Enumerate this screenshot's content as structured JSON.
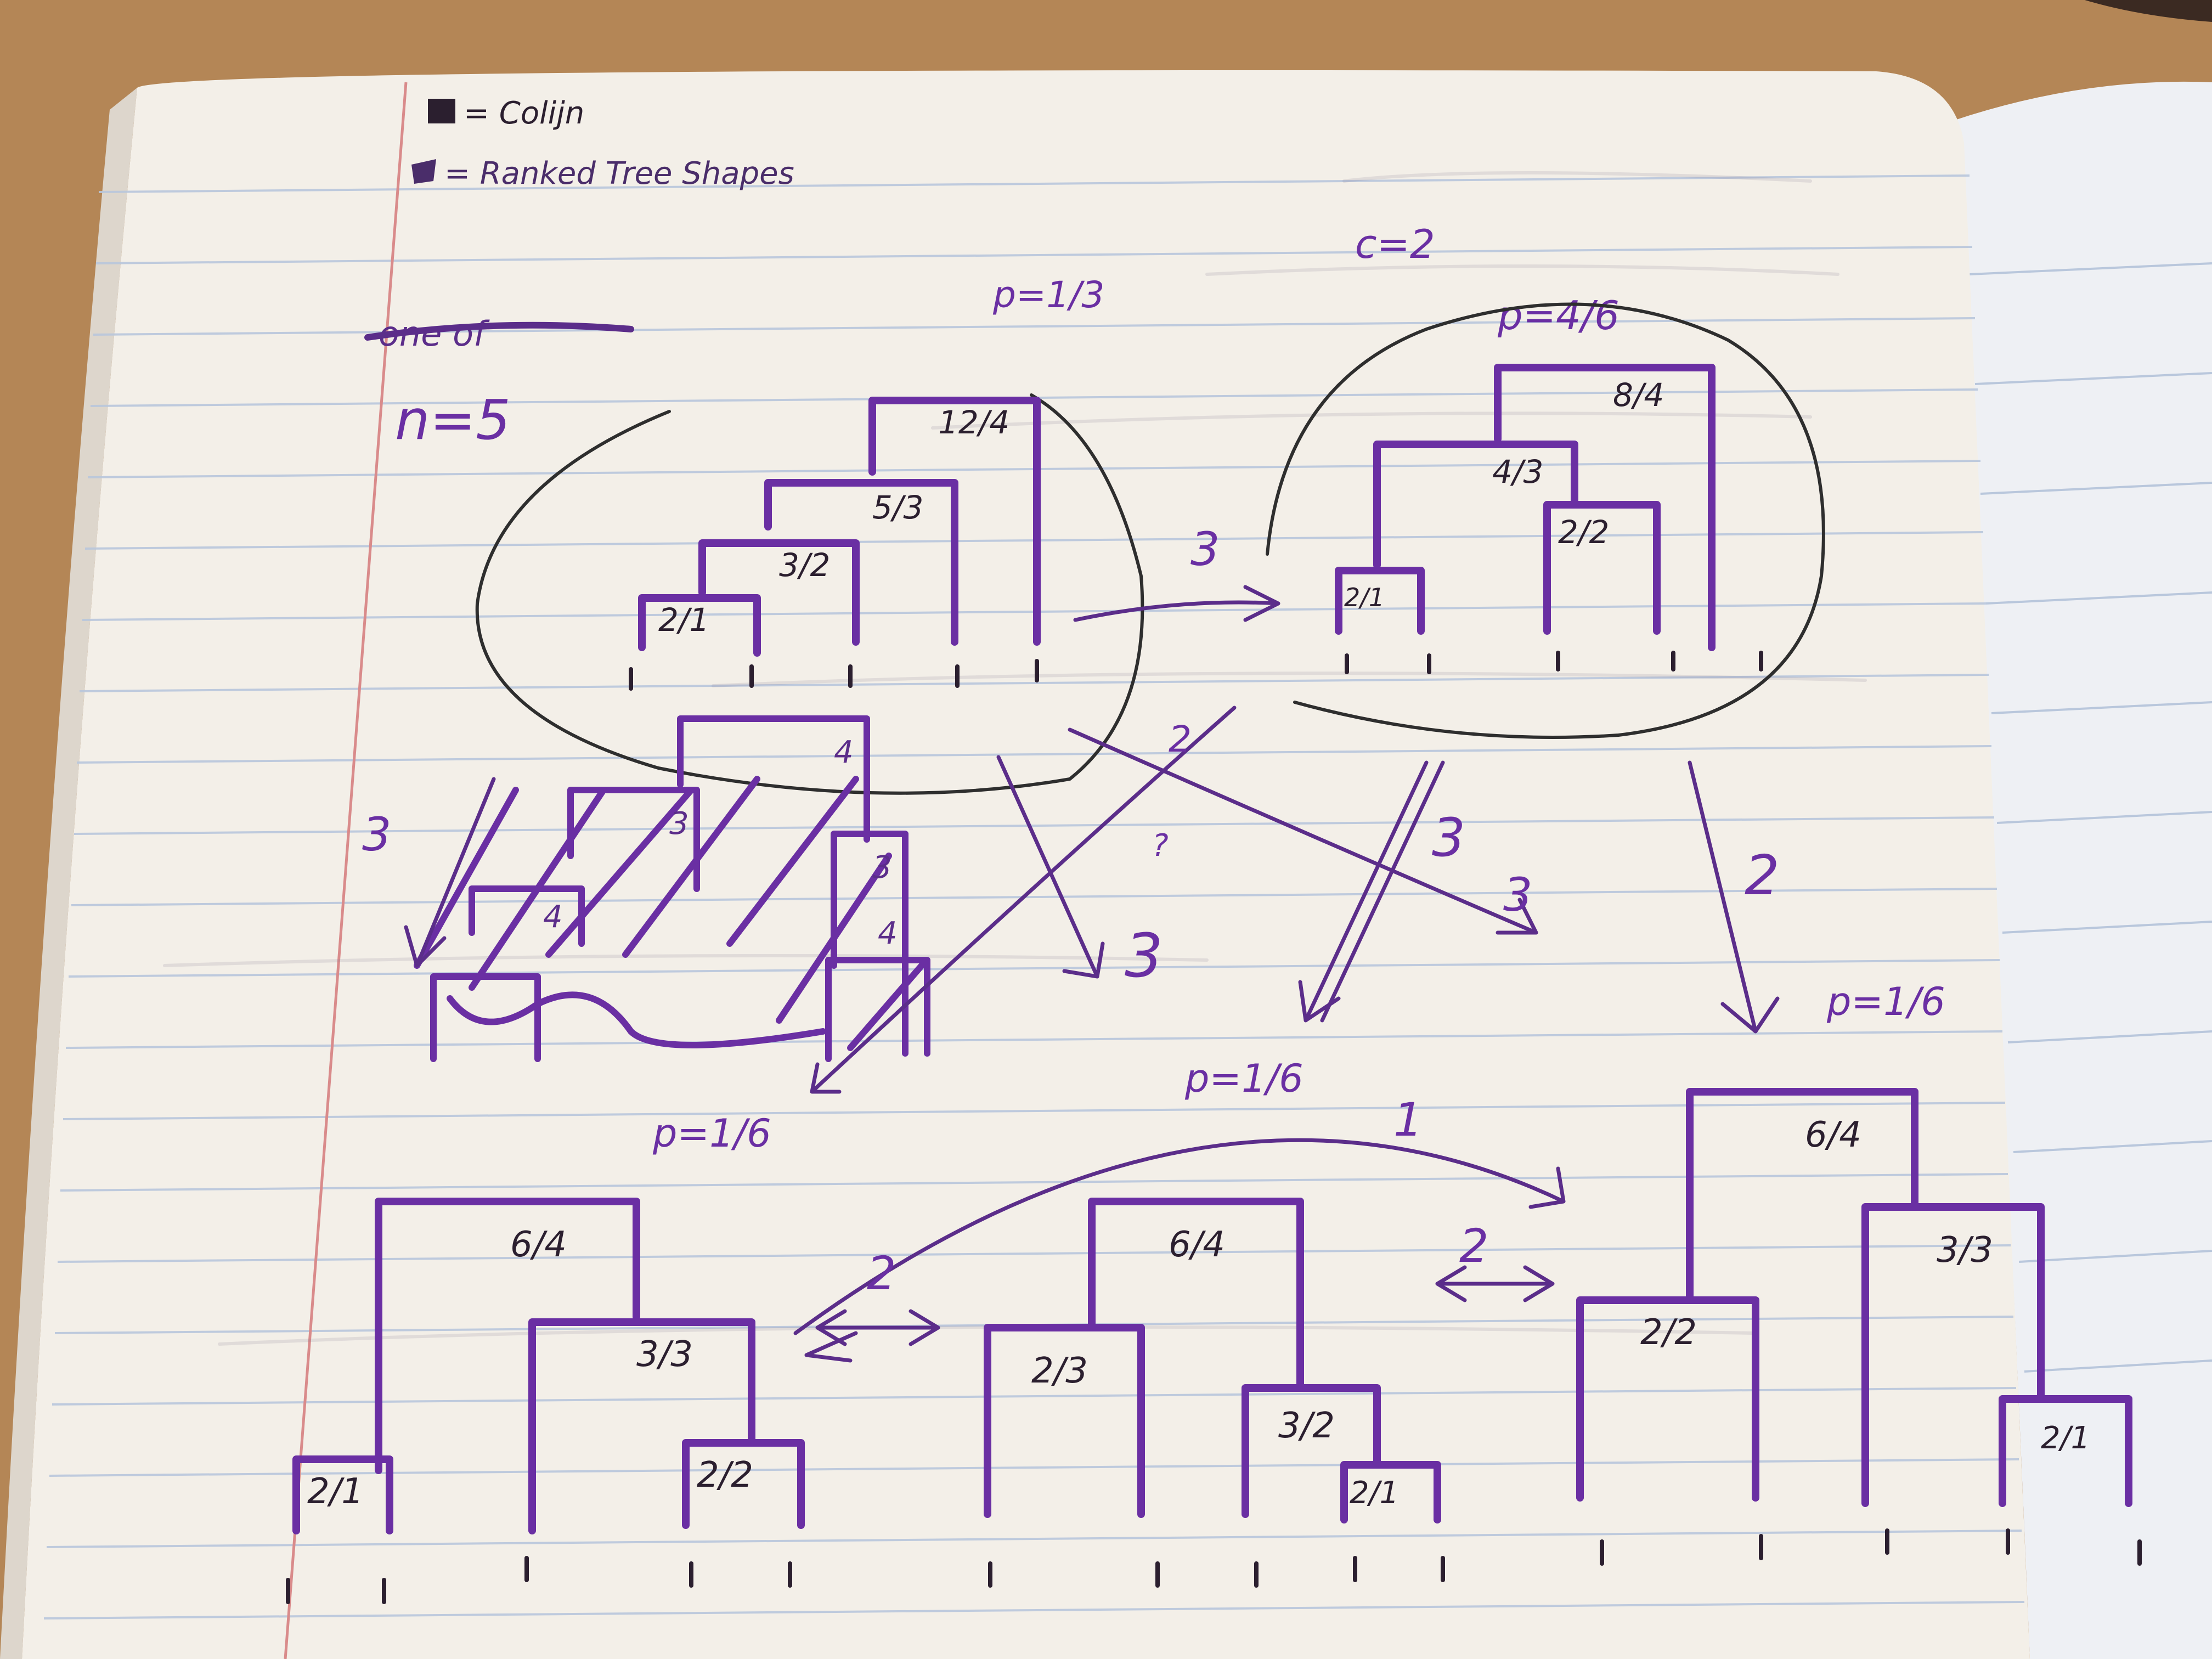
{
  "colors": {
    "table": "#b88a5a",
    "paper": "#f3efe8",
    "rule_line": "#b9c7dc",
    "margin_line": "#d98b8b",
    "ink_purple": "#6a2fa3",
    "ink_dark": "#2b1f2f",
    "pencil": "#3a3a3a"
  },
  "legend": {
    "line1": "= Colijn",
    "line2": "= Ranked Tree Shapes",
    "struck": "one of"
  },
  "header": {
    "n_label": "n=5",
    "p_left": "p=1/3",
    "c_label": "c=2",
    "p_right": "p=4/6"
  },
  "top_left_tree": {
    "labels": [
      "12/4",
      "5/3",
      "3/2",
      "2/1"
    ]
  },
  "top_right_tree": {
    "labels": [
      "8/4",
      "4/3",
      "2/2",
      "2/1"
    ]
  },
  "scribble_tree": {
    "labels": [
      "4",
      "3",
      "4",
      "3",
      "4"
    ]
  },
  "edges": {
    "left_down": "3",
    "top_mid": "3",
    "cross_up": "2",
    "mid_down_a": "3",
    "mid_down_b": "3",
    "cross_right": "3",
    "right_down": "2",
    "question": "?",
    "p_mid": "p=1/6",
    "p_left_low": "p=1/6",
    "p_right_low": "p=1/6",
    "long_arc": "1",
    "bottom_left_pair": "2",
    "bottom_right_pair": "2"
  },
  "bottom_trees": [
    {
      "labels": [
        "6/4",
        "3/3",
        "2/1",
        "2/2"
      ]
    },
    {
      "labels": [
        "6/4",
        "2/3",
        "3/2",
        "2/1"
      ]
    },
    {
      "labels": [
        "6/4",
        "3/3",
        "2/2",
        "2/1"
      ]
    }
  ]
}
